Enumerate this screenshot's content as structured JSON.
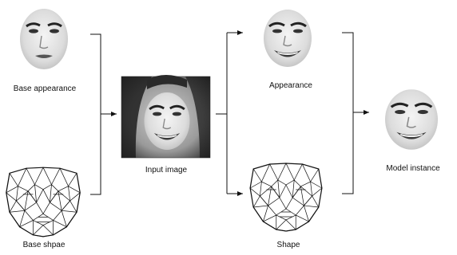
{
  "labels": {
    "base_appearance": "Base appearance",
    "base_shape": "Base shpae",
    "input_image": "Input image",
    "appearance": "Appearance",
    "shape": "Shape",
    "model_instance": "Model instance"
  }
}
